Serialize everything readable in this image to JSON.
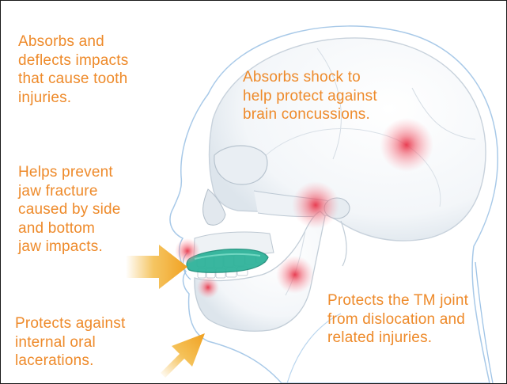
{
  "callouts": {
    "teeth": {
      "icon": "tooth-impact-callout",
      "lines": [
        "Absorbs and",
        "deflects impacts",
        "that cause tooth",
        "injuries."
      ]
    },
    "brain": {
      "icon": "brain-concussion-callout",
      "lines": [
        "Absorbs shock to",
        "help protect against",
        "brain concussions."
      ]
    },
    "jaw": {
      "icon": "jaw-fracture-callout",
      "lines": [
        "Helps prevent",
        "jaw fracture",
        "caused by side",
        "and bottom",
        "jaw impacts."
      ]
    },
    "oral": {
      "icon": "oral-laceration-callout",
      "lines": [
        "Protects against",
        "internal oral",
        "lacerations."
      ]
    },
    "tmj": {
      "icon": "tm-joint-callout",
      "lines": [
        "Protects the TM joint",
        "from dislocation and",
        "related injuries."
      ]
    }
  },
  "colors": {
    "text": "#ee8a2a",
    "arrow": "#f3b63a",
    "impact_glow": "#e8354a",
    "mouthguard": "#2fb39a",
    "skull_line": "#c8d2dc",
    "skin_outline": "#9ec3e6",
    "border": "#1a1a1a"
  }
}
